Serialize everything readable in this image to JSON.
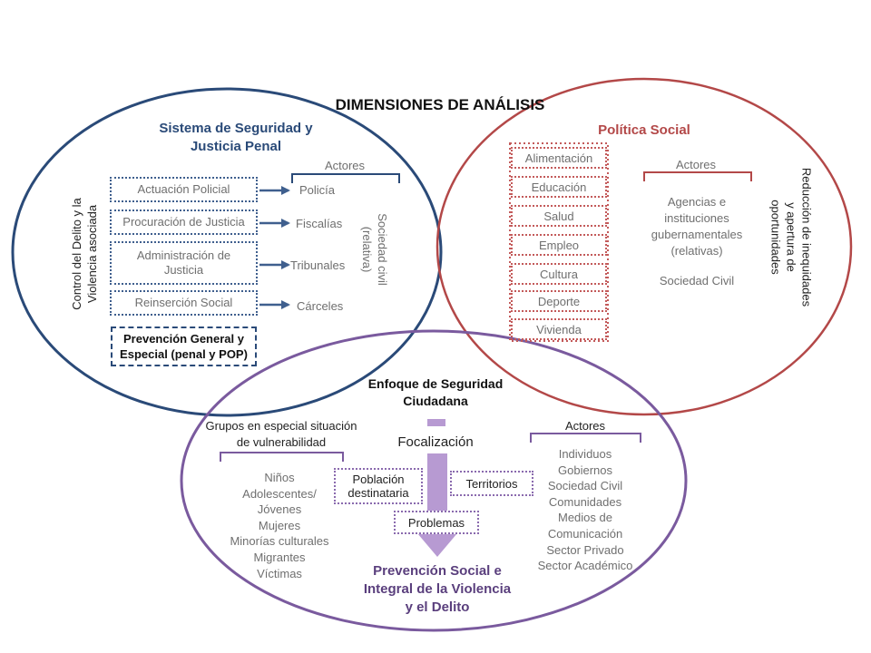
{
  "title": "DIMENSIONES DE ANÁLISIS",
  "colors": {
    "blue": "#2a4a78",
    "red": "#b34848",
    "purple": "#7a5a9e"
  },
  "security": {
    "heading_line1": "Sistema de Seguridad y",
    "heading_line2": "Justicia Penal",
    "side_label_line1": "Control del Delito y la",
    "side_label_line2": "Violencia asociada",
    "actors_label": "Actores",
    "institutions": [
      {
        "label": "Actuación Policial",
        "actor": "Policía"
      },
      {
        "label": "Procuración de Justicia",
        "actor": "Fiscalías"
      },
      {
        "label": "Administración de Justicia",
        "actor": "Tribunales"
      },
      {
        "label": "Reinserción Social",
        "actor": "Cárceles"
      }
    ],
    "civil_line1": "Sociedad civil",
    "civil_line2": "(relativa)",
    "prevention_line1": "Prevención General y",
    "prevention_line2": "Especial (penal y POP)"
  },
  "social": {
    "heading": "Política Social",
    "items": [
      "Alimentación",
      "Educación",
      "Salud",
      "Empleo",
      "Cultura",
      "Deporte",
      "Vivienda"
    ],
    "actors_label": "Actores",
    "agencies_line1": "Agencias e",
    "agencies_line2": "instituciones",
    "agencies_line3": "gubernamentales",
    "agencies_line4": "(relativas)",
    "civil": "Sociedad Civil",
    "side_label_line1": "Reducción de inequidades",
    "side_label_line2": "y apertura de",
    "side_label_line3": "oportunidades"
  },
  "citizen": {
    "heading_line1": "Enfoque de Seguridad",
    "heading_line2": "Ciudadana",
    "groups_label_line1": "Grupos en especial situación",
    "groups_label_line2": "de vulnerabilidad",
    "groups": [
      "Niños",
      "Adolescentes/",
      "Jóvenes",
      "Mujeres",
      "Minorías culturales",
      "Migrantes",
      "Víctimas"
    ],
    "focus": "Focalización",
    "target_line1": "Población",
    "target_line2": "destinataria",
    "territories": "Territorios",
    "problems": "Problemas",
    "actors_label": "Actores",
    "actors": [
      "Individuos",
      "Gobiernos",
      "Sociedad Civil",
      "Comunidades",
      "Medios de",
      "Comunicación",
      "Sector Privado",
      "Sector Académico"
    ],
    "outcome_line1": "Prevención Social e",
    "outcome_line2": "Integral de la Violencia",
    "outcome_line3": "y el Delito"
  }
}
